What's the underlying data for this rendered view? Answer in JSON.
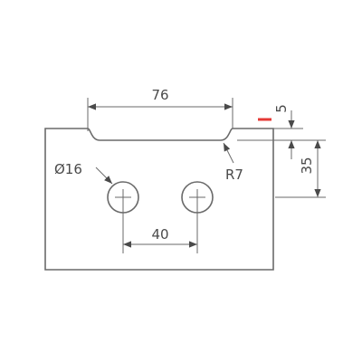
{
  "dimensions": {
    "notch_width": "76",
    "notch_depth": "5",
    "hole_offset": "35",
    "hole_diameter": "Ø16",
    "notch_radius": "R7",
    "hole_spacing": "40"
  },
  "colors": {
    "line": "#6a6a6a",
    "dimension": "#4a4a4a",
    "highlight": "#e53935"
  }
}
